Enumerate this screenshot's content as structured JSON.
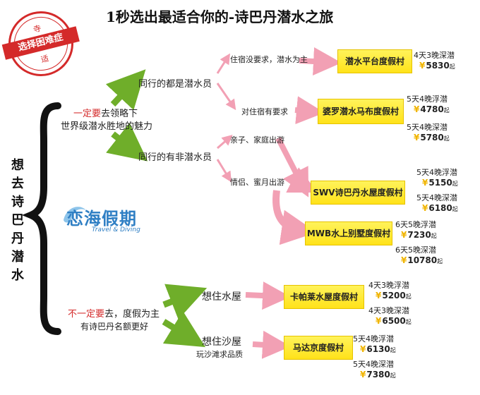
{
  "title": "1秒选出最适合你的-诗巴丹潜水之旅",
  "stamp": {
    "text": "选择困难症",
    "top": "寺",
    "bottom": "适"
  },
  "root": "想去诗巴丹潜水",
  "logo": {
    "name": "恋海假期",
    "tagline": "Travel & Diving"
  },
  "branch_must": {
    "highlight": "一定要",
    "line1": "去领略下",
    "line2": "世界级潜水胜地的魅力"
  },
  "branch_maybe": {
    "highlight": "不一定要",
    "line1": "去，度假为主",
    "line2": "有诗巴丹名额更好"
  },
  "nodes": {
    "all_divers": "同行的都是潜水员",
    "some_non_divers": "同行的有非潜水员",
    "water_house": "想住水屋",
    "beach_house": "想住沙屋",
    "beach_sub": "玩沙滩求品质"
  },
  "conditions": {
    "no_req": "住宿没要求，潜水为主",
    "has_req": "对住宿有要求",
    "family": "亲子、家庭出游",
    "couple": "情侣、蜜月出游"
  },
  "resorts": {
    "r1": "潜水平台度假村",
    "r2": "婆罗潜水马布度假村",
    "r3": "SWV诗巴丹水屋度假村",
    "r4": "MWB水上别墅度假村",
    "r5": "卡帕莱水屋度假村",
    "r6": "马达京度假村"
  },
  "packages": {
    "r1": [
      {
        "trip": "4天3晚深潜",
        "price": "5830"
      }
    ],
    "r2": [
      {
        "trip": "5天4晚浮潜",
        "price": "4780"
      },
      {
        "trip": "5天4晚深潜",
        "price": "5780"
      }
    ],
    "r3": [
      {
        "trip": "5天4晚浮潜",
        "price": "5150"
      },
      {
        "trip": "5天4晚深潜",
        "price": "6180"
      }
    ],
    "r4": [
      {
        "trip": "6天5晚浮潜",
        "price": "7230"
      },
      {
        "trip": "6天5晚深潜",
        "price": "10780"
      }
    ],
    "r5": [
      {
        "trip": "4天3晚浮潜",
        "price": "5200"
      },
      {
        "trip": "4天3晚深潜",
        "price": "6500"
      }
    ],
    "r6": [
      {
        "trip": "5天4晚浮潜",
        "price": "6130"
      },
      {
        "trip": "5天4晚深潜",
        "price": "7380"
      }
    ]
  },
  "currency_symbol": "¥",
  "price_suffix": "起",
  "colors": {
    "green_arrow": "#6fae2a",
    "pink_arrow": "#f2a0b4",
    "box_yellow": "#ffe21a",
    "accent_red": "#d42a2a",
    "logo_blue": "#2f7fc4"
  }
}
